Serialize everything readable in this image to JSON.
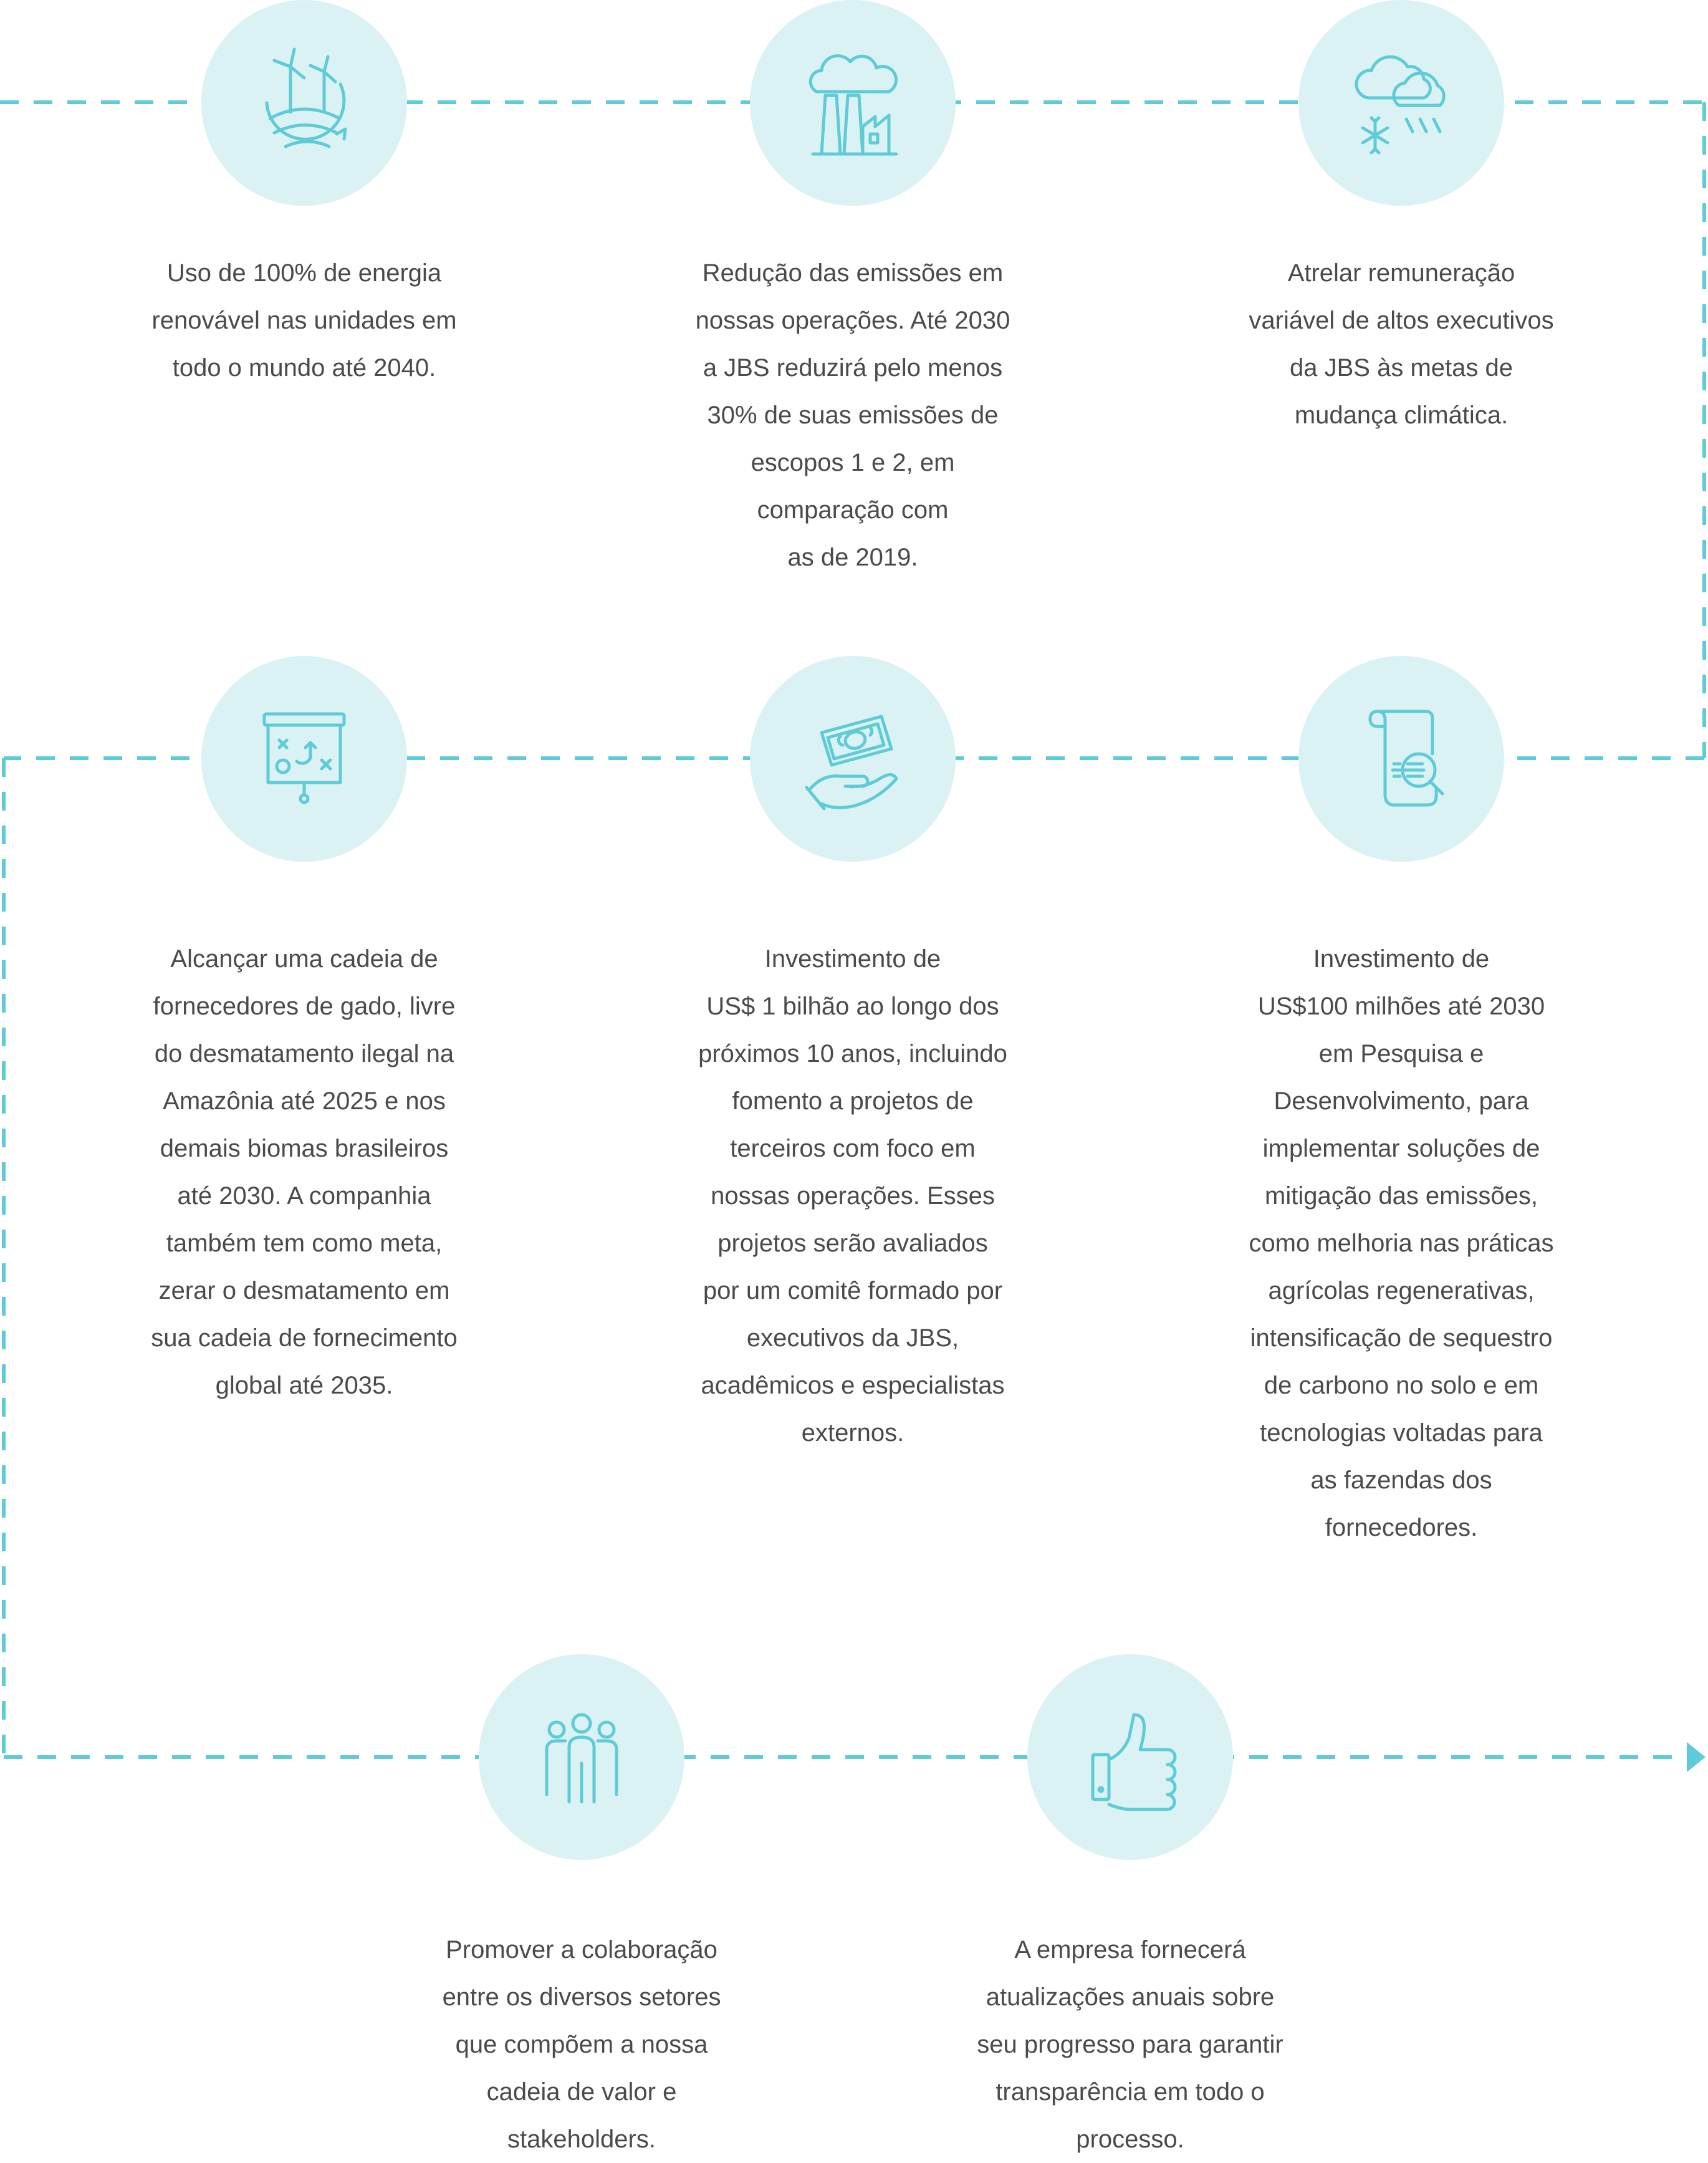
{
  "colors": {
    "accent": "#5ecbd6",
    "circle": "#dbf2f4",
    "text": "#4a4a4a"
  },
  "goals": [
    {
      "icon": "wind-turbine-icon",
      "text": "Uso de 100% de energia\nrenovável nas unidades em\ntodo o mundo até 2040."
    },
    {
      "icon": "factory-emissions-icon",
      "text": "Redução das emissões em\nnossas operações. Até 2030\na JBS reduzirá pelo menos\n30% de suas emissões de\nescopos 1 e 2, em\ncomparação com\nas de 2019."
    },
    {
      "icon": "weather-cloud-snow-icon",
      "text": "Atrelar remuneração\nvariável de altos executivos\nda JBS às metas de\nmudança climática."
    },
    {
      "icon": "strategy-board-icon",
      "text": "Alcançar uma cadeia de\nfornecedores de gado, livre\ndo desmatamento ilegal na\nAmazônia até 2025 e nos\ndemais biomas brasileiros\naté 2030. A companhia\ntambém tem como meta,\nzerar o desmatamento em\nsua cadeia de fornecimento\nglobal até 2035."
    },
    {
      "icon": "money-hand-icon",
      "text": "Investimento de\nUS$ 1 bilhão ao longo dos\npróximos 10 anos, incluindo\nfomento a projetos de\nterceiros com foco em\nnossas operações. Esses\nprojetos serão avaliados\npor um comitê formado por\nexecutivos da JBS,\nacadêmicos e especialistas\nexternos."
    },
    {
      "icon": "research-document-icon",
      "text": "Investimento de\nUS$100 milhões até 2030\nem Pesquisa e\nDesenvolvimento, para\nimplementar soluções de\nmitigação das emissões,\ncomo melhoria nas práticas\nagrícolas regenerativas,\nintensificação de sequestro\nde carbono no solo e em\ntecnologias voltadas para\nas fazendas dos\nfornecedores."
    },
    {
      "icon": "people-group-icon",
      "text": "Promover a colaboração\nentre os diversos setores\nque compõem a nossa\ncadeia de valor e\nstakeholders."
    },
    {
      "icon": "thumbs-up-icon",
      "text": "A empresa fornecerá\natualizações anuais sobre\nseu progresso para garantir\ntransparência em todo o\nprocesso."
    }
  ]
}
